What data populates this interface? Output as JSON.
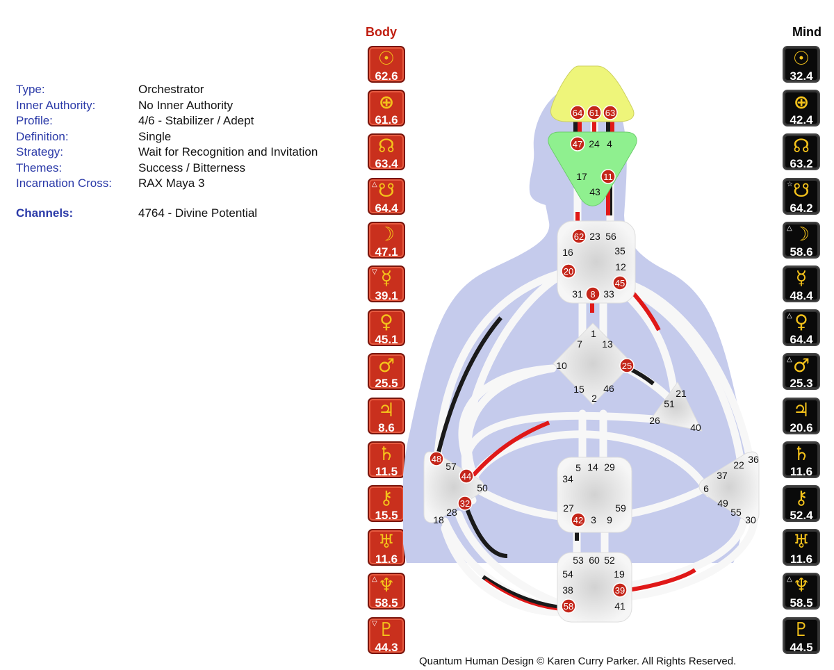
{
  "info": {
    "rows": [
      {
        "label": "Type:",
        "value": "Orchestrator"
      },
      {
        "label": "Inner Authority:",
        "value": "No Inner Authority"
      },
      {
        "label": "Profile:",
        "value": "4/6 - Stabilizer / Adept"
      },
      {
        "label": "Definition:",
        "value": "Single"
      },
      {
        "label": "Strategy:",
        "value": "Wait for Recognition and Invitation"
      },
      {
        "label": "Themes:",
        "value": "Success / Bitterness"
      },
      {
        "label": "Incarnation Cross:",
        "value": "RAX Maya 3"
      }
    ],
    "channels_label": "Channels:",
    "channels_value": "4764 - Divine Potential"
  },
  "body_column": {
    "title": "Body",
    "color": "#c9301d",
    "planets": [
      {
        "icon": "sun-icon",
        "symbol": "☉",
        "value": "62.6",
        "mark": ""
      },
      {
        "icon": "earth-icon",
        "symbol": "⊕",
        "value": "61.6",
        "mark": ""
      },
      {
        "icon": "north-node-icon",
        "symbol": "☊",
        "value": "63.4",
        "mark": ""
      },
      {
        "icon": "south-node-icon",
        "symbol": "☋",
        "value": "64.4",
        "mark": "△"
      },
      {
        "icon": "moon-icon",
        "symbol": "☽",
        "value": "47.1",
        "mark": ""
      },
      {
        "icon": "mercury-icon",
        "symbol": "☿",
        "value": "39.1",
        "mark": "▽"
      },
      {
        "icon": "venus-icon",
        "symbol": "♀",
        "value": "45.1",
        "mark": ""
      },
      {
        "icon": "mars-icon",
        "symbol": "♂",
        "value": "25.5",
        "mark": ""
      },
      {
        "icon": "jupiter-icon",
        "symbol": "♃",
        "value": "8.6",
        "mark": ""
      },
      {
        "icon": "saturn-icon",
        "symbol": "♄",
        "value": "11.5",
        "mark": ""
      },
      {
        "icon": "chiron-icon",
        "symbol": "⚷",
        "value": "15.5",
        "mark": ""
      },
      {
        "icon": "uranus-icon",
        "symbol": "♅",
        "value": "11.6",
        "mark": ""
      },
      {
        "icon": "neptune-icon",
        "symbol": "♆",
        "value": "58.5",
        "mark": "△"
      },
      {
        "icon": "pluto-icon",
        "symbol": "♇",
        "value": "44.3",
        "mark": "▽"
      }
    ]
  },
  "mind_column": {
    "title": "Mind",
    "color": "#0a0a0a",
    "planets": [
      {
        "icon": "sun-icon",
        "symbol": "☉",
        "value": "32.4",
        "mark": ""
      },
      {
        "icon": "earth-icon",
        "symbol": "⊕",
        "value": "42.4",
        "mark": ""
      },
      {
        "icon": "north-node-icon",
        "symbol": "☊",
        "value": "63.2",
        "mark": ""
      },
      {
        "icon": "south-node-icon",
        "symbol": "☋",
        "value": "64.2",
        "mark": "☆"
      },
      {
        "icon": "moon-icon",
        "symbol": "☽",
        "value": "58.6",
        "mark": "△"
      },
      {
        "icon": "mercury-icon",
        "symbol": "☿",
        "value": "48.4",
        "mark": ""
      },
      {
        "icon": "venus-icon",
        "symbol": "♀",
        "value": "64.4",
        "mark": "△"
      },
      {
        "icon": "mars-icon",
        "symbol": "♂",
        "value": "25.3",
        "mark": "△"
      },
      {
        "icon": "jupiter-icon",
        "symbol": "♃",
        "value": "20.6",
        "mark": ""
      },
      {
        "icon": "saturn-icon",
        "symbol": "♄",
        "value": "11.6",
        "mark": ""
      },
      {
        "icon": "chiron-icon",
        "symbol": "⚷",
        "value": "52.4",
        "mark": ""
      },
      {
        "icon": "uranus-icon",
        "symbol": "♅",
        "value": "11.6",
        "mark": ""
      },
      {
        "icon": "neptune-icon",
        "symbol": "♆",
        "value": "58.5",
        "mark": "△"
      },
      {
        "icon": "pluto-icon",
        "symbol": "♇",
        "value": "44.5",
        "mark": ""
      }
    ]
  },
  "bodygraph": {
    "colors": {
      "silhouette": "#c5cbec",
      "head_center": "#eef57a",
      "ajna_center": "#8ff08f",
      "open_center": "#e6e6e6",
      "channel_white": "#f7f7f7",
      "body_activation": "#e01818",
      "mind_activation": "#1a1a1a",
      "gate_circle": "#c4261a"
    },
    "centers": [
      {
        "name": "head",
        "defined": true,
        "gates": [
          "64",
          "61",
          "63"
        ]
      },
      {
        "name": "ajna",
        "defined": true,
        "gates": [
          "47",
          "24",
          "4",
          "17",
          "11",
          "43"
        ]
      },
      {
        "name": "throat",
        "defined": false,
        "gates": [
          "62",
          "23",
          "56",
          "16",
          "35",
          "20",
          "12",
          "45",
          "31",
          "8",
          "33"
        ]
      },
      {
        "name": "g-center",
        "defined": false,
        "gates": [
          "1",
          "7",
          "13",
          "10",
          "25",
          "15",
          "46",
          "2"
        ]
      },
      {
        "name": "heart",
        "defined": false,
        "gates": [
          "21",
          "51",
          "26",
          "40"
        ]
      },
      {
        "name": "spleen",
        "defined": false,
        "gates": [
          "48",
          "57",
          "44",
          "50",
          "32",
          "28",
          "18"
        ]
      },
      {
        "name": "sacral",
        "defined": false,
        "gates": [
          "5",
          "14",
          "29",
          "34",
          "27",
          "59",
          "42",
          "3",
          "9"
        ]
      },
      {
        "name": "solar-plexus",
        "defined": false,
        "gates": [
          "36",
          "22",
          "37",
          "6",
          "49",
          "55",
          "30"
        ]
      },
      {
        "name": "root",
        "defined": false,
        "gates": [
          "53",
          "60",
          "52",
          "54",
          "19",
          "38",
          "39",
          "58",
          "41"
        ]
      }
    ],
    "activated_gates": [
      "64",
      "61",
      "63",
      "47",
      "11",
      "62",
      "20",
      "45",
      "8",
      "25",
      "48",
      "44",
      "32",
      "42",
      "39",
      "58"
    ]
  },
  "footer": "Quantum Human Design © Karen Curry Parker. All Rights Reserved."
}
